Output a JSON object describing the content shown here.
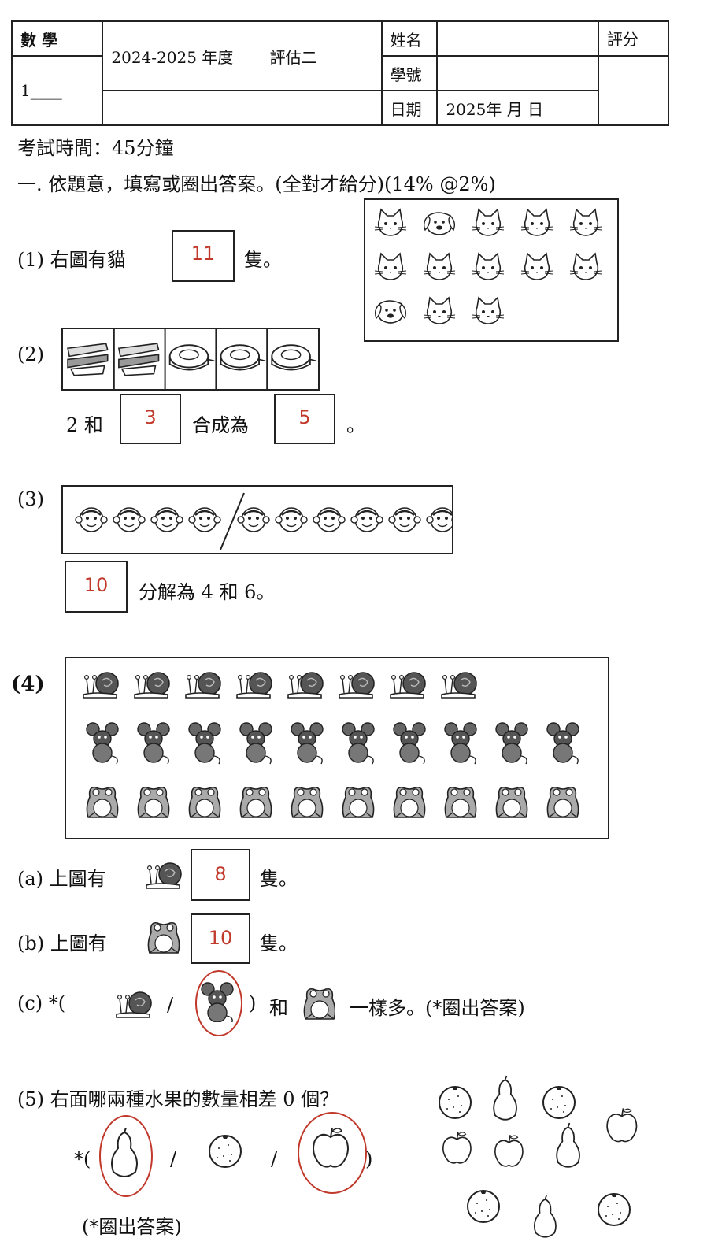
{
  "header": {
    "subject": "數 學",
    "class_label": "1____",
    "year": "2024-2025 年度",
    "assessment": "評估二",
    "name_label": "姓名",
    "id_label": "學號",
    "date_label": "日期",
    "date_value": "2025年 月  日",
    "score_label": "評分"
  },
  "exam_time": "考試時間：45分鐘",
  "section1_title": "一. 依題意，填寫或圈出答案。(全對才給分)(14% @2%)",
  "q1": {
    "prefix": "(1) 右圖有貓",
    "answer": "11",
    "suffix": "隻。",
    "cats": 11,
    "dogs": 2
  },
  "q2": {
    "label": "(2)",
    "text_a": "2 和",
    "answer_a": "3",
    "text_b": "合成為",
    "answer_b": "5",
    "text_c": "。",
    "staplers": 2,
    "tapes": 3
  },
  "q3": {
    "label": "(3)",
    "answer": "10",
    "text": "分解為 4 和 6。",
    "left_count": 4,
    "right_count": 6
  },
  "q4": {
    "label": "(4)",
    "snail_count": 8,
    "mouse_count": 10,
    "frog_count": 10,
    "a_prefix": "(a) 上圖有",
    "a_answer": "8",
    "a_suffix": "隻。",
    "b_prefix": "(b) 上圖有",
    "b_answer": "10",
    "b_suffix": "隻。",
    "c_prefix": "(c) *(",
    "c_slash": "/",
    "c_close": ")",
    "c_and": "和",
    "c_suffix": "一樣多。(*圈出答案)"
  },
  "q5": {
    "question": "(5) 右面哪兩種水果的數量相差 0 個？",
    "open": "*(",
    "slash": "/",
    "close": ")",
    "hint": "(*圈出答案)"
  },
  "colors": {
    "ink": "#111111",
    "answer_red": "#c0392b"
  }
}
